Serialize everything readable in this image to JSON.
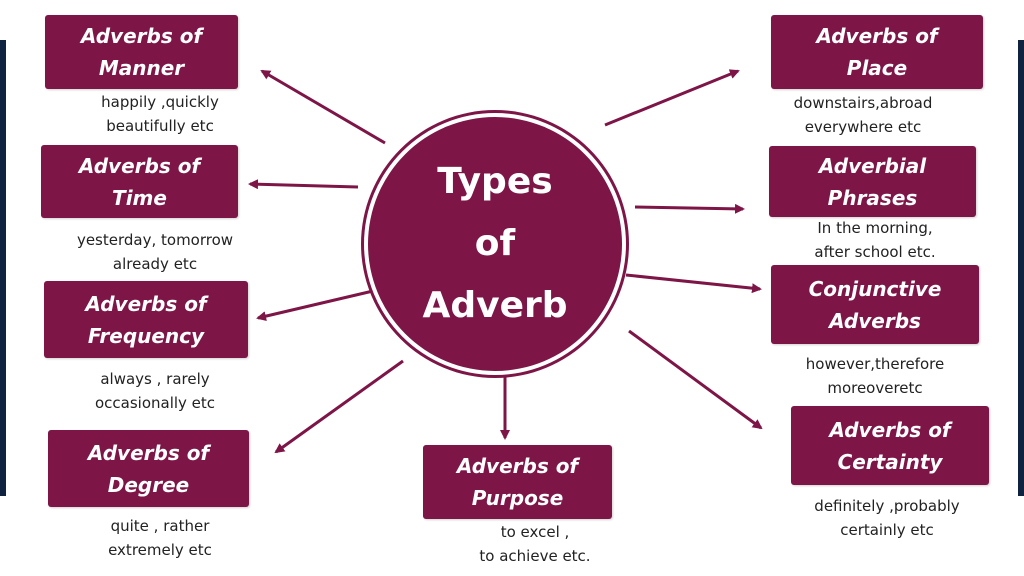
{
  "center": {
    "title": "Types\nof\nAdverb"
  },
  "nodes": [
    {
      "id": "manner",
      "label": "Adverbs of\nManner",
      "examples": "happily ,quickly\nbeautifully etc"
    },
    {
      "id": "time",
      "label": "Adverbs of\nTime",
      "examples": "yesterday, tomorrow\nalready etc"
    },
    {
      "id": "frequency",
      "label": "Adverbs of\nFrequency",
      "examples": "always , rarely\noccasionally etc"
    },
    {
      "id": "degree",
      "label": "Adverbs of\nDegree",
      "examples": "quite  , rather\nextremely etc"
    },
    {
      "id": "purpose",
      "label": "Adverbs of\nPurpose",
      "examples": "to excel ,\nto achieve etc."
    },
    {
      "id": "place",
      "label": "Adverbs of\nPlace",
      "examples": "downstairs,abroad\neverywhere etc"
    },
    {
      "id": "phrases",
      "label": "Adverbial\nPhrases",
      "examples": "In the morning,\nafter school etc."
    },
    {
      "id": "conjunctive",
      "label": "Conjunctive\nAdverbs",
      "examples": "however,therefore\nmoreoveretc"
    },
    {
      "id": "certainty",
      "label": "Adverbs of\nCertainty",
      "examples": "definitely ,probably\ncertainly etc"
    }
  ],
  "colors": {
    "box": "#7d1546",
    "text_on_box": "#ffffff",
    "arrow": "#7d1546",
    "edge_bar": "#0f2340"
  }
}
